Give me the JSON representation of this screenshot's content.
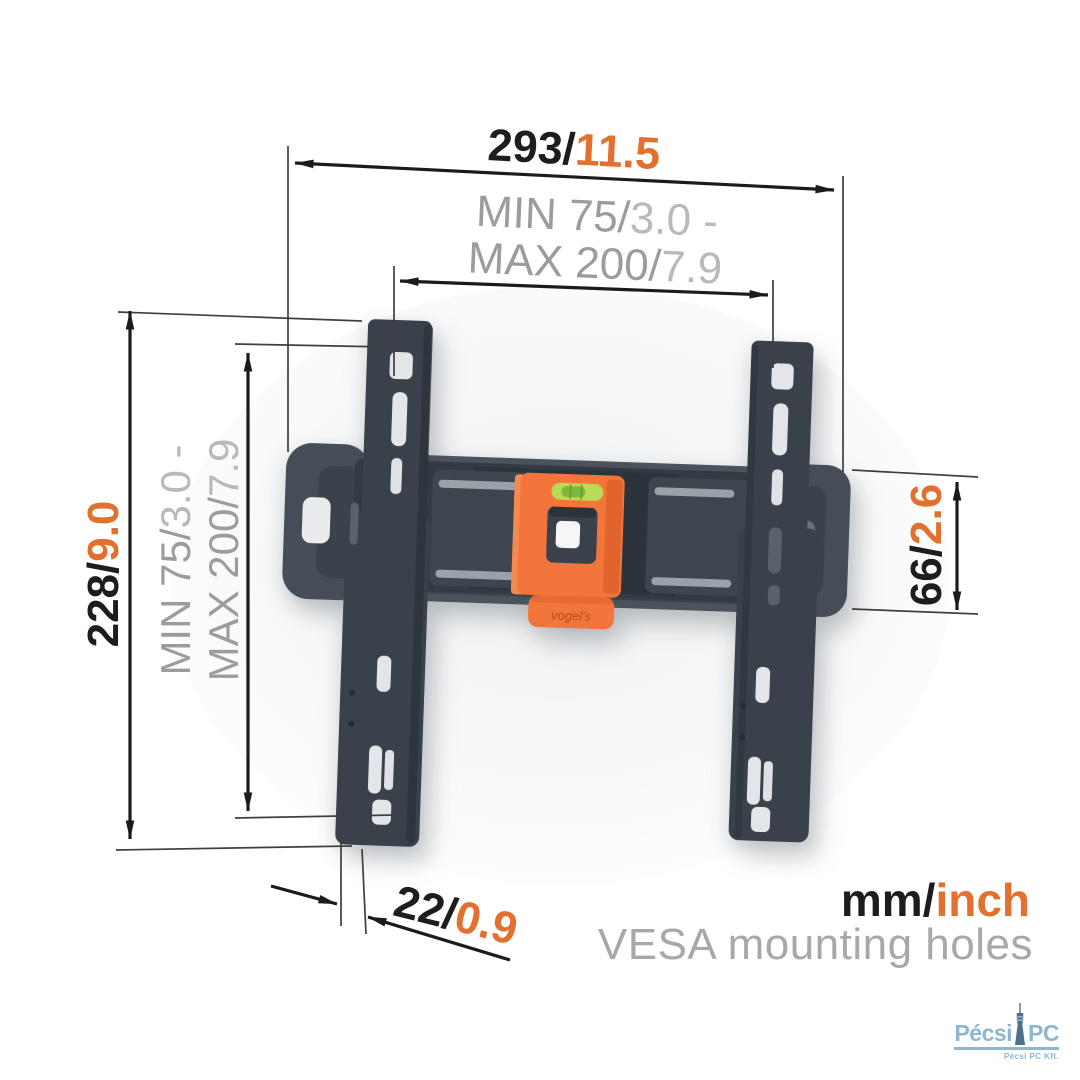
{
  "diagram": {
    "dim_width": {
      "mm": "293/",
      "inch": "11.5"
    },
    "dim_vesa_horizontal": {
      "line1_label": "MIN 75/",
      "line1_value": "3.0 -",
      "line2_label": "MAX 200/",
      "line2_value": "7.9"
    },
    "dim_height": {
      "mm": "228/",
      "inch": "9.0"
    },
    "dim_vesa_vertical": {
      "line1_label": "MIN 75/",
      "line1_value": "3.0 -",
      "line2_label": "MAX 200/",
      "line2_value": "7.9"
    },
    "dim_plate_height": {
      "mm": "66/",
      "inch": "2.6"
    },
    "dim_depth": {
      "mm": "22/",
      "inch": "0.9"
    }
  },
  "legend": {
    "units_mm": "mm/",
    "units_inch": "inch",
    "caption": "VESA mounting holes"
  },
  "product": {
    "brand": "vogel's"
  },
  "watermark": {
    "name_left": "Pécsi",
    "name_right": "PC",
    "subtitle": "Pécsi PC Kft."
  },
  "colors": {
    "accent_orange": "#e2702e",
    "product_orange": "#f2763b",
    "text_black": "#1d1d1b",
    "text_gray": "#9c9c9c",
    "bracket_gray": "#3a414a",
    "plate_gray": "#4a525b",
    "level_green": "#b9da55",
    "watermark_blue": "#8cb6d3"
  }
}
